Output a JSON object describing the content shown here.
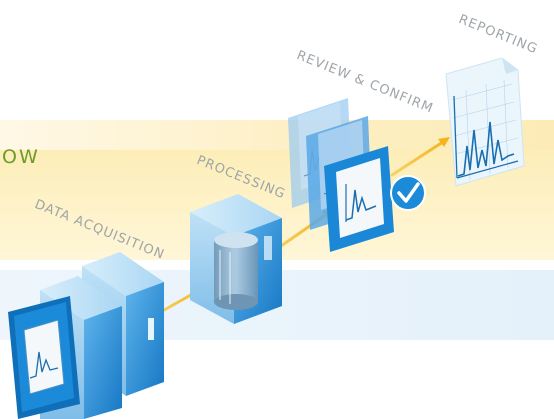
{
  "title_fragment": "OW",
  "stages": [
    {
      "id": "data-acquisition",
      "label": "DATA ACQUISITION"
    },
    {
      "id": "processing",
      "label": "PROCESSING"
    },
    {
      "id": "review-confirm",
      "label": "REVIEW & CONFIRM"
    },
    {
      "id": "reporting",
      "label": "REPORTING"
    }
  ],
  "colors": {
    "band_warm": "#fdeeb8",
    "band_cool": "#eaf4fb",
    "arrow": "#f7c230",
    "server_blue": "#1b8ad8",
    "server_light": "#9fd2f3",
    "label_gray": "#9ea4a8",
    "title_green": "#6f9a2c"
  },
  "icons": [
    "workstation-icon",
    "server-icon",
    "database-icon",
    "chromatogram-icon",
    "check-icon",
    "report-icon"
  ]
}
